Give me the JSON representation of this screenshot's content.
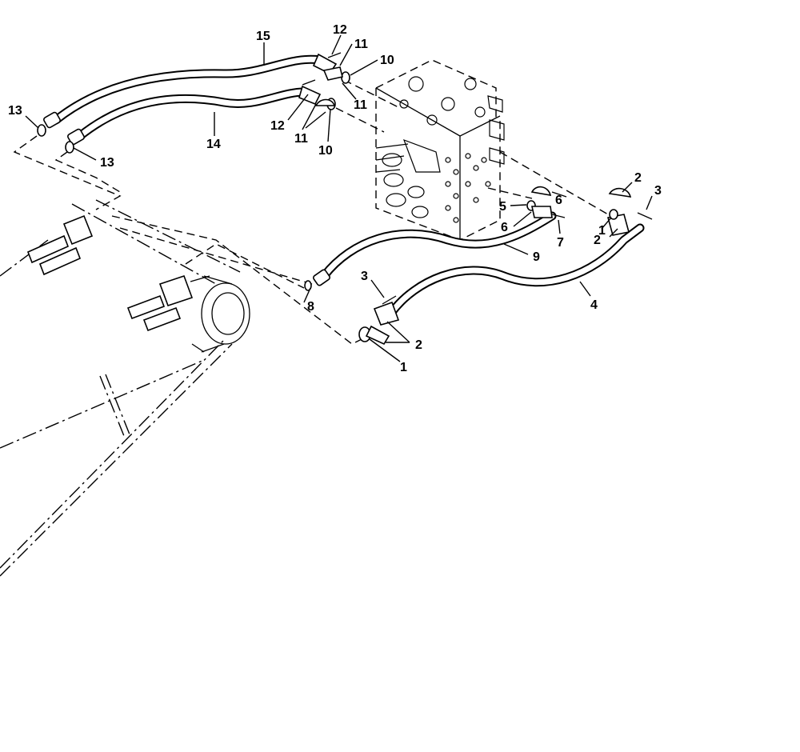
{
  "diagram": {
    "callouts": {
      "c15": "15",
      "c12a": "12",
      "c11a": "11",
      "c10a": "10",
      "c11b": "11",
      "c13a": "13",
      "c14": "14",
      "c12b": "12",
      "c11c": "11",
      "c10b": "10",
      "c13b": "13",
      "c2a": "2",
      "c3a": "3",
      "c6a": "6",
      "c5": "5",
      "c1a": "1",
      "c6b": "6",
      "c2b": "2",
      "c7": "7",
      "c9": "9",
      "c3b": "3",
      "c8": "8",
      "c4": "4",
      "c2c": "2",
      "c1b": "1"
    }
  }
}
